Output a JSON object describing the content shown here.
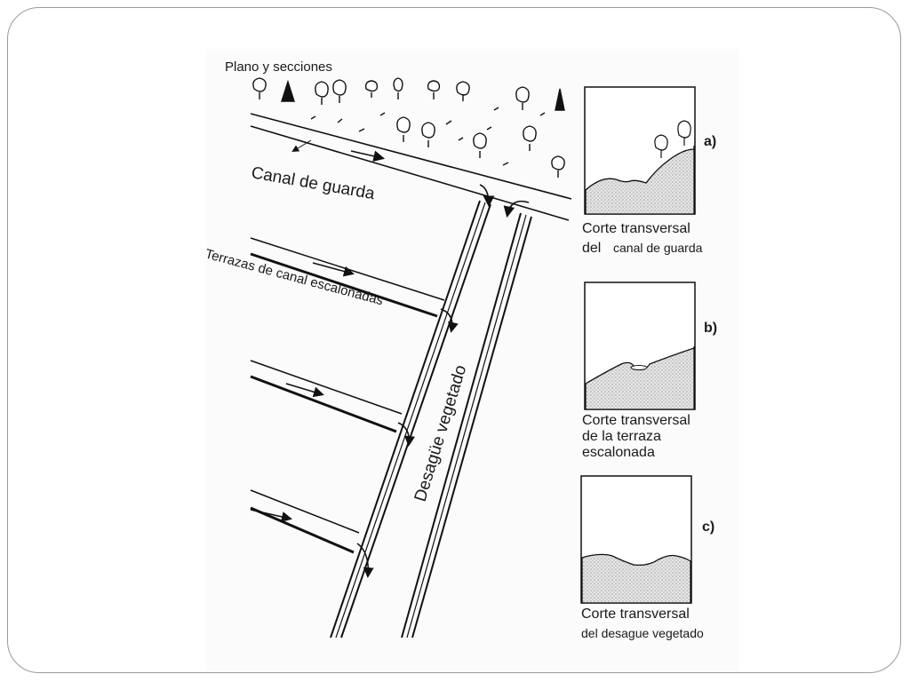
{
  "plan": {
    "title": "Plano y secciones",
    "guard_canal_label": "Canal de guarda",
    "terraces_label": "Terrazas de canal escalonadas",
    "outlet_label": "Desagüe vegetado"
  },
  "sections": [
    {
      "letter": "a)",
      "caption_line1": "Corte transversal",
      "caption_line2": "del",
      "caption_line2b": "canal de guarda",
      "caption_line3": ""
    },
    {
      "letter": "b)",
      "caption_line1": "Corte transversal",
      "caption_line2": "de la terraza",
      "caption_line2b": "",
      "caption_line3": "escalonada"
    },
    {
      "letter": "c)",
      "caption_line1": "Corte transversal",
      "caption_line2": "del desague vegetado",
      "caption_line2b": "",
      "caption_line3": ""
    }
  ]
}
